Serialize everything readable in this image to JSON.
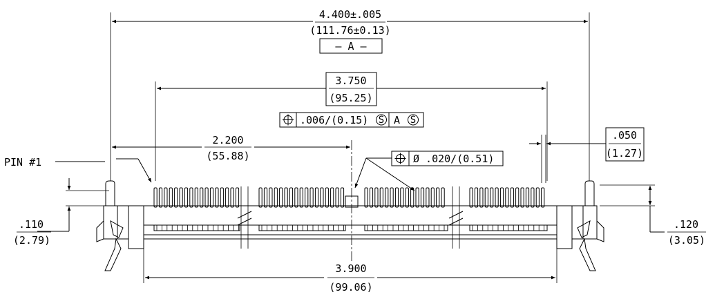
{
  "dimensions": {
    "overall": {
      "inch": "4.400±.005",
      "mm": "(111.76±0.13)",
      "datum": "— A —"
    },
    "row_span": {
      "inch": "3.750",
      "mm": "(95.25)"
    },
    "position_tol": {
      "value": ".006/(0.15)",
      "modifier": "S",
      "datum": "A",
      "datum_modifier": "S"
    },
    "half_span": {
      "inch": "2.200",
      "mm": "(55.88)"
    },
    "pin_tol": {
      "value": "Ø .020/(0.51)"
    },
    "pitch": {
      "inch": ".050",
      "mm": "(1.27)"
    },
    "pin_label": "PIN #1",
    "left_height": {
      "inch": ".110",
      "mm": "(2.79)"
    },
    "right_height": {
      "inch": ".120",
      "mm": "(3.05)"
    },
    "housing": {
      "inch": "3.900",
      "mm": "(99.06)"
    }
  }
}
